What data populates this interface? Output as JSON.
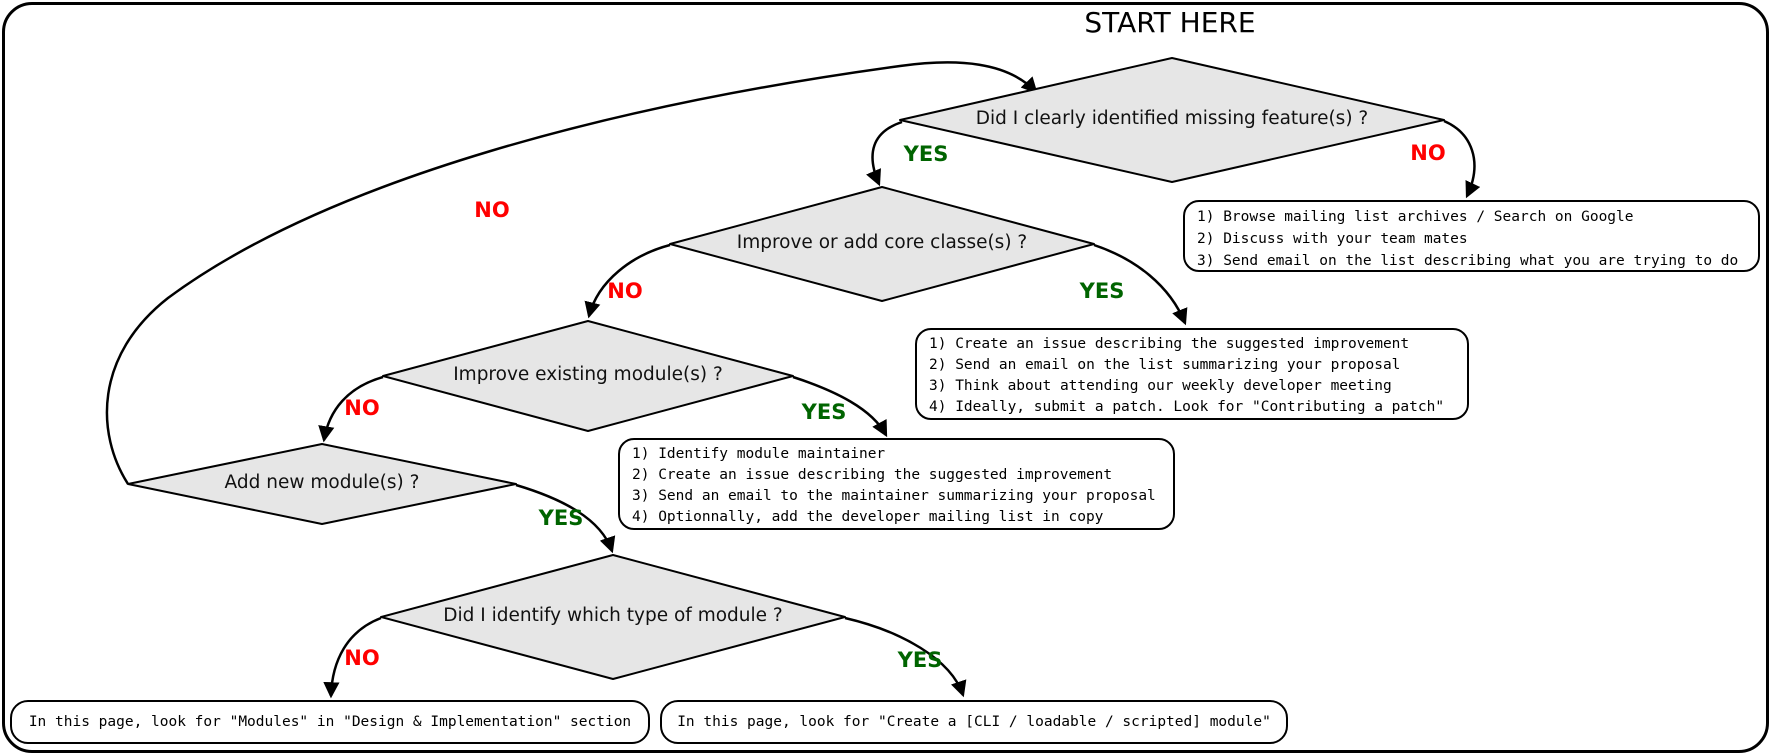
{
  "title": "START HERE",
  "labels": {
    "yes": "YES",
    "no": "NO"
  },
  "colors": {
    "yes": "#006400",
    "no": "#ff0000",
    "diamond_fill": "#e6e6e6",
    "stroke": "#000000",
    "background": "#ffffff"
  },
  "diamonds": [
    {
      "id": "missing-features",
      "label": "Did I clearly identified missing feature(s) ?"
    },
    {
      "id": "core-classes",
      "label": "Improve or add core classe(s) ?"
    },
    {
      "id": "improve-modules",
      "label": "Improve existing module(s) ?"
    },
    {
      "id": "add-modules",
      "label": "Add new module(s) ?"
    },
    {
      "id": "module-type",
      "label": "Did I identify which type of module ?"
    }
  ],
  "boxes": [
    {
      "id": "no-missing-feature-steps",
      "lines": [
        "1) Browse mailing list archives / Search on Google",
        "2) Discuss with your team mates",
        "3) Send email on the list describing what you are trying to do"
      ]
    },
    {
      "id": "core-class-steps",
      "lines": [
        "1) Create an issue describing the suggested improvement",
        "2) Send an email on the list summarizing your proposal",
        "3) Think about attending our weekly developer meeting",
        "4) Ideally, submit a patch. Look for \"Contributing a patch\""
      ]
    },
    {
      "id": "improve-module-steps",
      "lines": [
        "1) Identify module maintainer",
        "2) Create an issue describing the suggested improvement",
        "3) Send an email to the maintainer summarizing your proposal",
        "4) Optionnally, add the developer mailing list in copy"
      ]
    },
    {
      "id": "module-unknown-type",
      "lines": [
        "In this page, look for \"Modules\" in \"Design & Implementation\" section"
      ]
    },
    {
      "id": "module-known-type",
      "lines": [
        "In this page, look for \"Create a [CLI / loadable / scripted] module\""
      ]
    }
  ]
}
